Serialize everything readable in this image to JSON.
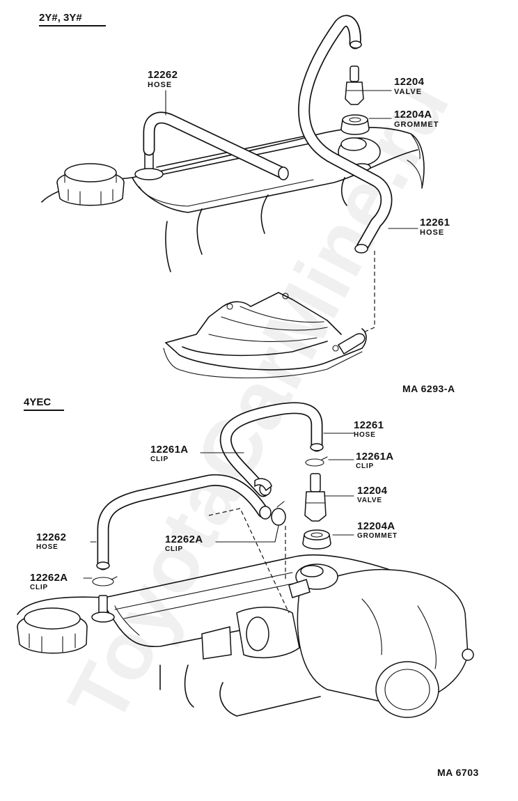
{
  "watermark": "ToyotaCarMine.ru",
  "sections": {
    "top": {
      "title": "2Y#, 3Y#",
      "code": "MA  6293-A"
    },
    "bottom": {
      "title": "4YEC",
      "code": "MA 6703"
    }
  },
  "top_parts": [
    {
      "number": "12262",
      "name": "HOSE"
    },
    {
      "number": "12204",
      "name": "VALVE"
    },
    {
      "number": "12204A",
      "name": "GROMMET"
    },
    {
      "number": "12261",
      "name": "HOSE"
    }
  ],
  "bottom_parts": [
    {
      "number": "12261",
      "name": "HOSE"
    },
    {
      "number": "12261A",
      "name": "CLIP"
    },
    {
      "number": "12261A",
      "name": "CLIP"
    },
    {
      "number": "12204",
      "name": "VALVE"
    },
    {
      "number": "12204A",
      "name": "GROMMET"
    },
    {
      "number": "12262",
      "name": "HOSE"
    },
    {
      "number": "12262A",
      "name": "CLIP"
    },
    {
      "number": "12262A",
      "name": "CLIP"
    }
  ]
}
